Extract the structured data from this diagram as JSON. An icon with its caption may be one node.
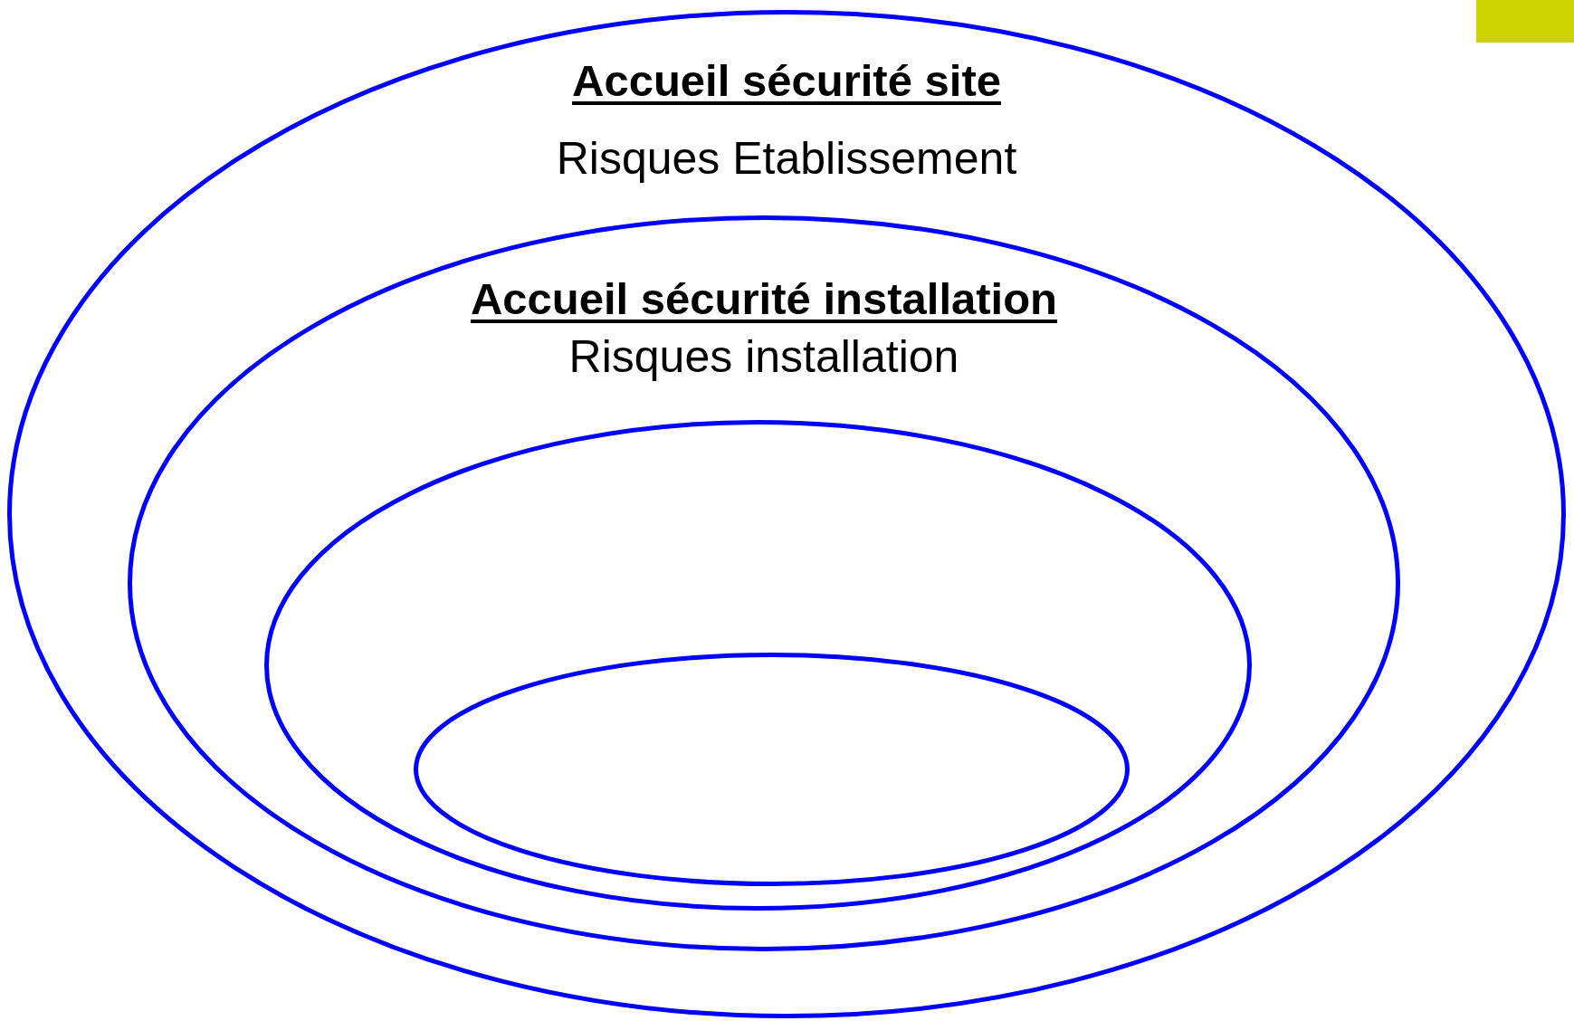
{
  "diagram": {
    "nodes": [
      {
        "text": [
          "Accueil sécurité site",
          "Risques Etablissement"
        ]
      },
      {
        "text": [
          "Accueil sécurité installation",
          "Risques installation"
        ],
        "in": 0
      },
      {
        "text": [],
        "shape": "ellipse",
        "in": 1
      },
      {
        "text": [],
        "shape": "ellipse",
        "in": 2
      }
    ]
  }
}
